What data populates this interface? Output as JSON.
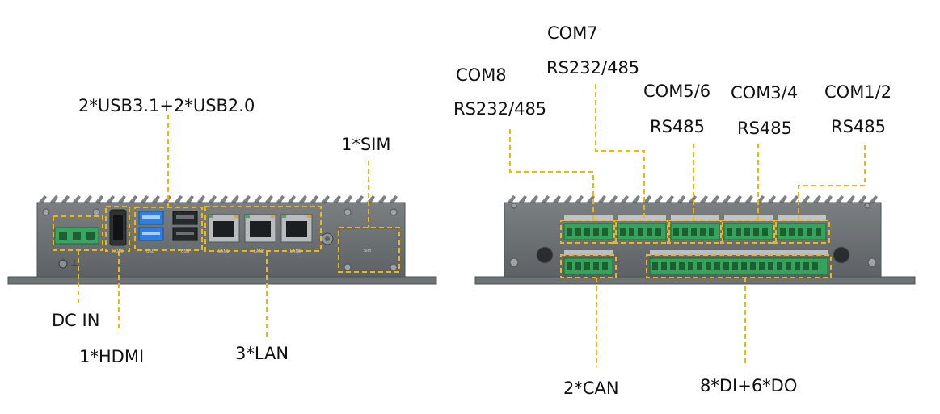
{
  "colors": {
    "leader": "#f2b705",
    "chassis": "#676c6f",
    "terminal": "#2fa35a",
    "usb3": "#2f7fe0"
  },
  "front_panel": {
    "callouts": {
      "usb": "2*USB3.1+2*USB2.0",
      "sim": "1*SIM",
      "dc_in": "DC IN",
      "hdmi": "1*HDMI",
      "lan": "3*LAN"
    },
    "port_marks": {
      "hdmi": "HDMI",
      "usb_a": "USB",
      "usb_b": "USB",
      "lan1": "LAN1",
      "lan2": "LAN2",
      "lan3": "LAN3",
      "sim": "SIM"
    }
  },
  "rear_panel": {
    "callouts": {
      "com8_name": "COM8",
      "com8_type": "RS232/485",
      "com7_name": "COM7",
      "com7_type": "RS232/485",
      "com56_name": "COM5/6",
      "com56_type": "RS485",
      "com34_name": "COM3/4",
      "com34_type": "RS485",
      "com12_name": "COM1/2",
      "com12_type": "RS485",
      "can": "2*CAN",
      "dio": "8*DI+6*DO"
    }
  }
}
